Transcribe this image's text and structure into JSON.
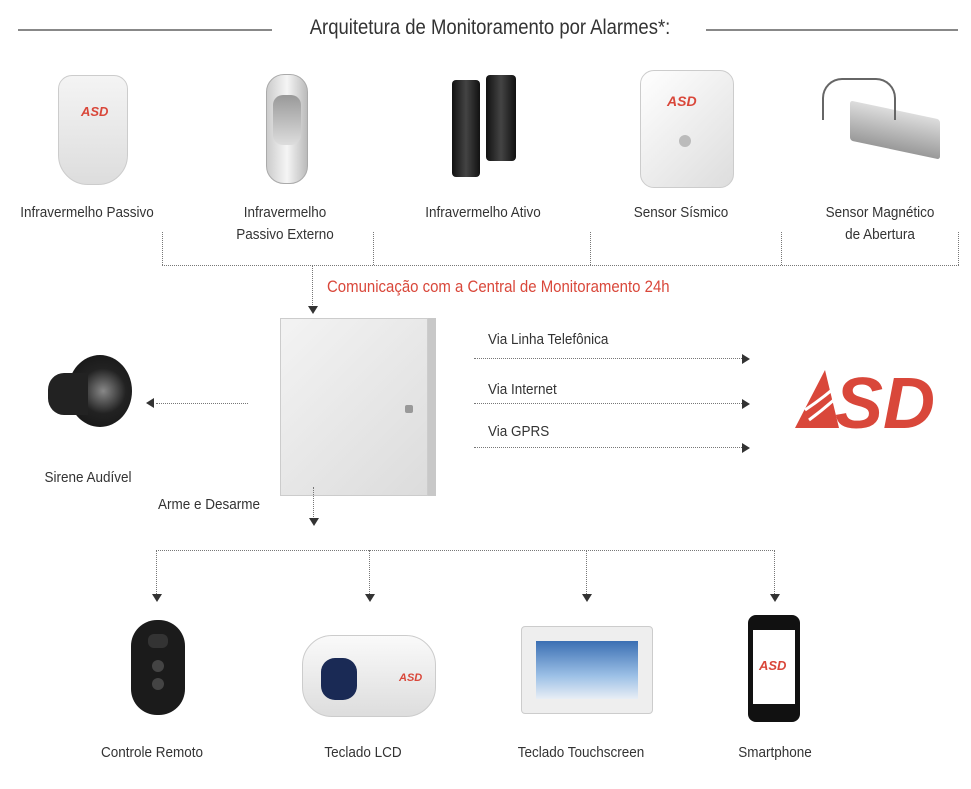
{
  "title": "Arquitetura de Monitoramento por Alarmes*:",
  "sensors": [
    {
      "label": "Infravermelho Passivo",
      "icon": "pir-sensor-icon"
    },
    {
      "label": "Infravermelho\nPassivo Externo",
      "icon": "outdoor-pir-sensor-icon"
    },
    {
      "label": "Infravermelho Ativo",
      "icon": "active-infrared-beam-icon"
    },
    {
      "label": "Sensor Sísmico",
      "icon": "seismic-sensor-icon"
    },
    {
      "label": "Sensor Magnético\nde Abertura",
      "icon": "magnetic-contact-icon"
    }
  ],
  "communication_label": "Comunicação com a Central de Monitoramento 24h",
  "channels": [
    "Via Linha Telefônica",
    "Via Internet",
    "Via GPRS"
  ],
  "siren_label": "Sirene Audível",
  "arm_label": "Arme e Desarme",
  "logo_text": "ASD",
  "controls": [
    {
      "label": "Controle Remoto",
      "icon": "remote-control-icon"
    },
    {
      "label": "Teclado LCD",
      "icon": "lcd-keypad-icon"
    },
    {
      "label": "Teclado Touchscreen",
      "icon": "touchscreen-keypad-icon"
    },
    {
      "label": "Smartphone",
      "icon": "smartphone-icon"
    }
  ],
  "colors": {
    "accent": "#d9473a",
    "line": "#777777",
    "text": "#333333"
  }
}
